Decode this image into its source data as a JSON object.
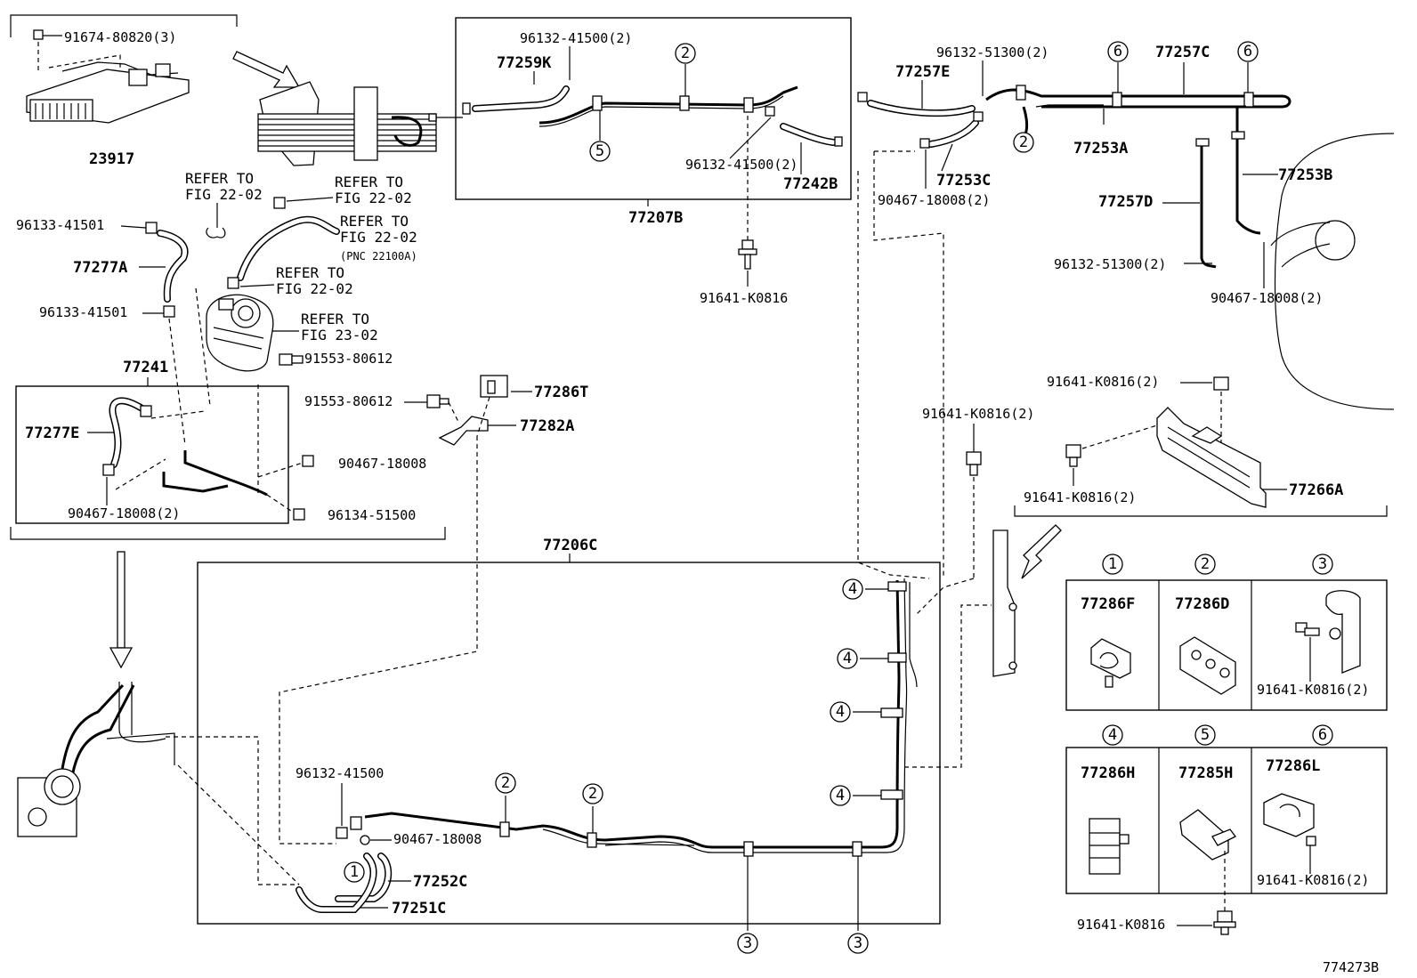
{
  "diagram_id": "774273B",
  "parts": {
    "p23917": "23917",
    "p91674": "91674-80820(3)",
    "p77259K": "77259K",
    "p96132_41500_2_top": "96132-41500(2)",
    "p96132_41500_2_mid": "96132-41500(2)",
    "p77242B": "77242B",
    "p77207B": "77207B",
    "p91641_K0816_mid": "91641-K0816",
    "p96132_51300_2_top": "96132-51300(2)",
    "p77257E": "77257E",
    "p77257C": "77257C",
    "p77253A": "77253A",
    "p77253C": "77253C",
    "p90467_18008_2_top": "90467-18008(2)",
    "p77253B": "77253B",
    "p77257D": "77257D",
    "p96132_51300_2_right": "96132-51300(2)",
    "p90467_18008_2_right": "90467-18008(2)",
    "p96133_41501_a": "96133-41501",
    "p96133_41501_b": "96133-41501",
    "p77277A": "77277A",
    "p77241": "77241",
    "p91553_80612_a": "91553-80612",
    "p91553_80612_b": "91553-80612",
    "p77286T": "77286T",
    "p77282A": "77282A",
    "p77277E": "77277E",
    "p90467_18008": "90467-18008",
    "p90467_18008_2_left": "90467-18008(2)",
    "p96134_51500": "96134-51500",
    "p91641_K0816_2_a": "91641-K0816(2)",
    "p91641_K0816_2_b": "91641-K0816(2)",
    "p91641_K0816_2_c": "91641-K0816(2)",
    "p77266A": "77266A",
    "p77206C": "77206C",
    "p96132_41500_bottom": "96132-41500",
    "p90467_18008_bottom": "90467-18008",
    "p77252C": "77252C",
    "p77251C": "77251C",
    "p91641_K0816_bottom": "91641-K0816"
  },
  "refs": {
    "r1a": "REFER TO",
    "r1b": "FIG 22-02",
    "r2a": "REFER TO",
    "r2b": "FIG 22-02",
    "r3a": "REFER TO",
    "r3b": "FIG 22-02",
    "r3c": "(PNC 22100A)",
    "r4a": "REFER TO",
    "r4b": "FIG 22-02",
    "r5a": "REFER TO",
    "r5b": "FIG 23-02"
  },
  "callouts": {
    "c1": "1",
    "c2": "2",
    "c3": "3",
    "c4": "4",
    "c5": "5",
    "c6": "6"
  },
  "legend": [
    {
      "num": "1",
      "part": "77286F",
      "extra": ""
    },
    {
      "num": "2",
      "part": "77286D",
      "extra": ""
    },
    {
      "num": "3",
      "part": "",
      "extra": "91641-K0816(2)"
    },
    {
      "num": "4",
      "part": "77286H",
      "extra": ""
    },
    {
      "num": "5",
      "part": "77285H",
      "extra": ""
    },
    {
      "num": "6",
      "part": "77286L",
      "extra": "91641-K0816(2)"
    }
  ],
  "icons": [
    "arrow-icon",
    "clip-icon",
    "bolt-icon",
    "hose-icon",
    "pipe-icon",
    "oil-cooler-icon",
    "pump-icon"
  ]
}
